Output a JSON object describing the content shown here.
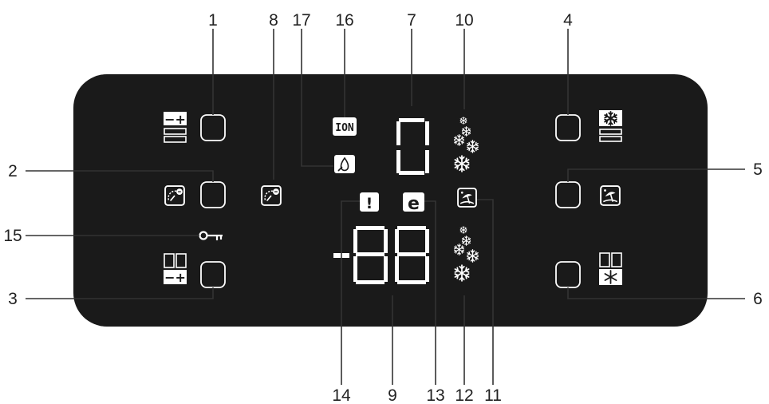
{
  "panel": {
    "background_color": "#1a1a1a",
    "button_outline_color": "#ffffff",
    "display_segment_color": "#ffffff"
  },
  "buttons": [
    {
      "id": "btn-1",
      "icon": "fridge-temp-adjust-icon"
    },
    {
      "id": "btn-2",
      "icon": "fridge-eco-mode-icon"
    },
    {
      "id": "btn-3",
      "icon": "freezer-temp-adjust-icon"
    },
    {
      "id": "btn-4",
      "icon": "super-freeze-icon"
    },
    {
      "id": "btn-5",
      "icon": "holiday-mode-icon"
    },
    {
      "id": "btn-6",
      "icon": "freezer-super-freeze-icon"
    }
  ],
  "indicators": {
    "ion": "ION",
    "alarm": "!",
    "eco": "e",
    "key_lock": "key-lock-icon",
    "water_filter": "water-filter-icon"
  },
  "callouts": {
    "c1": "1",
    "c2": "2",
    "c3": "3",
    "c4": "4",
    "c5": "5",
    "c6": "6",
    "c7": "7",
    "c8": "8",
    "c9": "9",
    "c10": "10",
    "c11": "11",
    "c12": "12",
    "c13": "13",
    "c14": "14",
    "c15": "15",
    "c16": "16",
    "c17": "17"
  }
}
